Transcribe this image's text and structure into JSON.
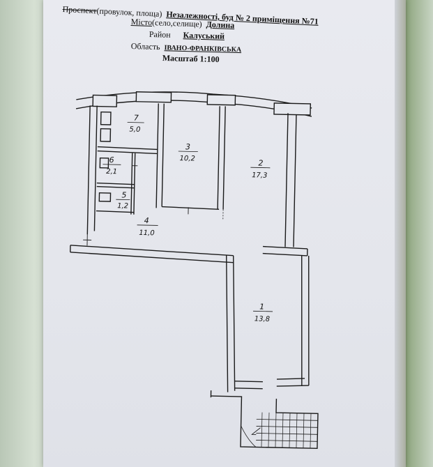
{
  "header": {
    "street_type_label": "Проспект",
    "street_type_options": "(провулок,  площа)",
    "street_value": "Незалежності, буд № 2  приміщення №71",
    "city_label": "Місто",
    "city_options": "(село,селище)",
    "city_value": "Долина",
    "district_label": "Район",
    "district_value": "Калуський",
    "region_label": "Область",
    "region_value": "ІВАНО-ФРАНКІВСЬКА",
    "scale_label": "Масштаб  1:100"
  },
  "rooms": [
    {
      "number": "7",
      "area": "5,0"
    },
    {
      "number": "3",
      "area": "10,2"
    },
    {
      "number": "2",
      "area": "17,3"
    },
    {
      "number": "6",
      "area": "2,1"
    },
    {
      "number": "5",
      "area": "1,2"
    },
    {
      "number": "4",
      "area": "11,0"
    },
    {
      "number": "1",
      "area": "13,8"
    }
  ],
  "colors": {
    "paper": "#e6e8ee",
    "ink": "#1a1a1a",
    "background_fabric": "#8fa483"
  }
}
